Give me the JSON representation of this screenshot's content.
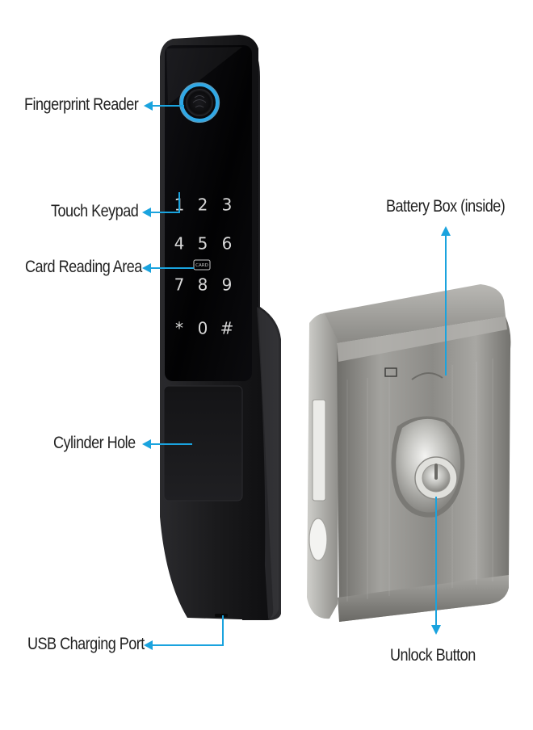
{
  "labels": {
    "fingerprint_reader": "Fingerprint Reader",
    "touch_keypad": "Touch Keypad",
    "card_reading_area": "Card Reading Area",
    "cylinder_hole": "Cylinder Hole",
    "usb_charging_port": "USB Charging Port",
    "battery_box": "Battery Box (inside)",
    "unlock_button": "Unlock Button"
  },
  "keypad": {
    "keys": [
      "1",
      "2",
      "3",
      "4",
      "5",
      "6",
      "7",
      "8",
      "9",
      "*",
      "0",
      "#"
    ],
    "card_icon_text": "CARD"
  },
  "colors": {
    "callout": "#1aa3de",
    "lock_body": "#1c1c1e",
    "panel": "#050507",
    "fingerprint_ring": "#3fb6f2",
    "metal": "#8f8f8b"
  }
}
